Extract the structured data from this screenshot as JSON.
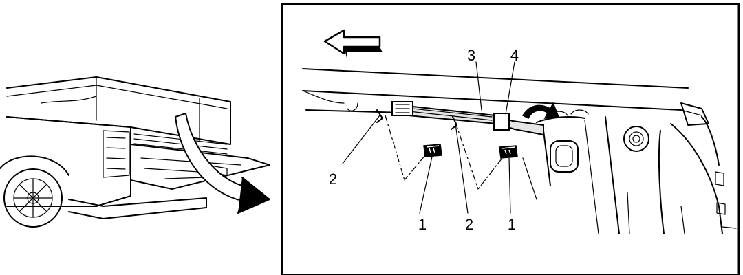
{
  "figure": {
    "overview_panel": {
      "subject": "pickup-truck-tailgate-open"
    },
    "detail_panel": {
      "callouts": [
        {
          "id": "c3",
          "label": "3"
        },
        {
          "id": "c4",
          "label": "4"
        },
        {
          "id": "c2-left",
          "label": "2"
        },
        {
          "id": "c1-left",
          "label": "1"
        },
        {
          "id": "c2-center",
          "label": "2"
        },
        {
          "id": "c1-right",
          "label": "1"
        }
      ]
    },
    "colors": {
      "line": "#000000",
      "background": "#ffffff",
      "shade": "#d9d9d9"
    },
    "icons": [
      "direction-arrow-icon",
      "rotation-arrow-icon",
      "swing-arrow-icon"
    ]
  }
}
